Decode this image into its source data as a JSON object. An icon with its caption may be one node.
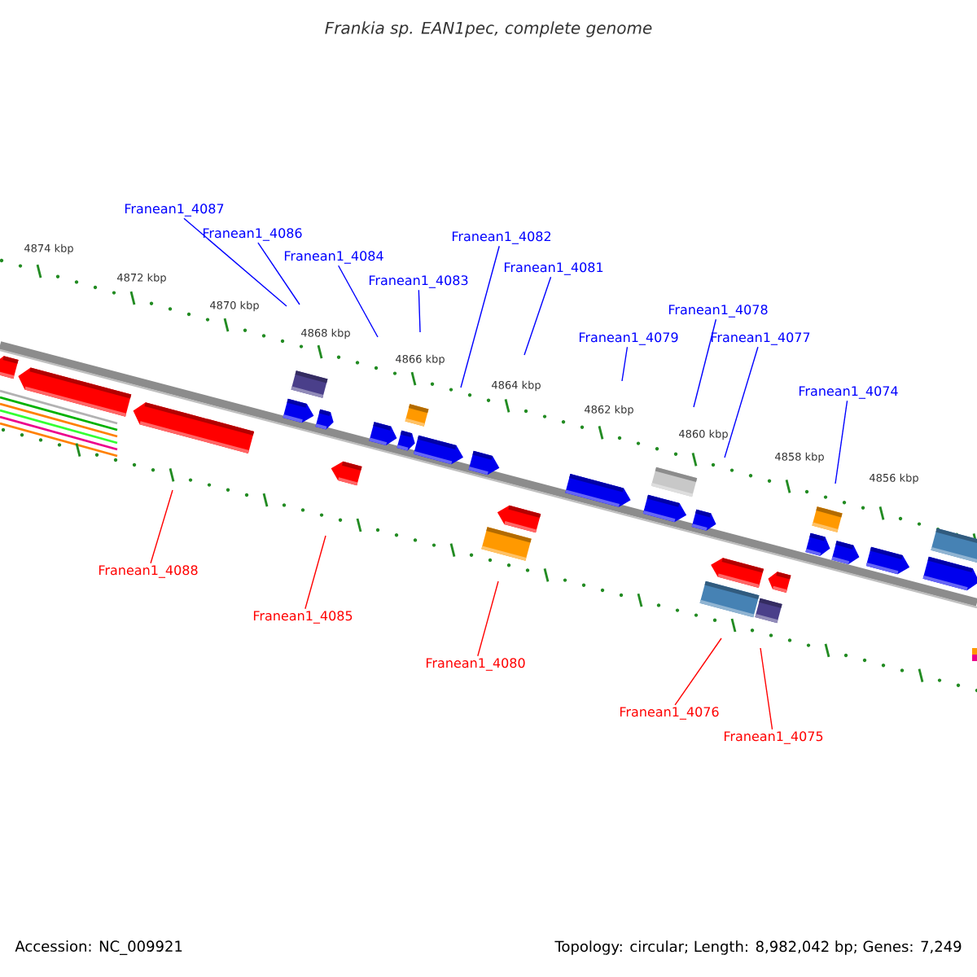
{
  "diagram": {
    "title": "Frankia sp. EAN1pec, complete genome",
    "nodes": [
      {
        "text": [
          "Franean1_4087"
        ]
      },
      {
        "text": [
          "Franean1_4086"
        ]
      },
      {
        "text": [
          "Franean1_4084"
        ]
      },
      {
        "text": [
          "Franean1_4083"
        ]
      },
      {
        "text": [
          "Franean1_4082"
        ]
      },
      {
        "text": [
          "Franean1_4081"
        ]
      },
      {
        "text": [
          "Franean1_4079"
        ]
      },
      {
        "text": [
          "Franean1_4078"
        ]
      },
      {
        "text": [
          "Franean1_4077"
        ]
      },
      {
        "text": [
          "Franean1_4074"
        ]
      },
      {
        "text": [
          "Franean1_4088"
        ]
      },
      {
        "text": [
          "Franean1_4085"
        ]
      },
      {
        "text": [
          "Franean1_4080"
        ]
      },
      {
        "text": [
          "Franean1_4076"
        ]
      },
      {
        "text": [
          "Franean1_4075"
        ]
      }
    ],
    "edges": [
      {
        "from": 0,
        "to": null,
        "arrow": "none"
      },
      {
        "from": 1,
        "to": null,
        "arrow": "none"
      },
      {
        "from": 2,
        "to": null,
        "arrow": "none"
      },
      {
        "from": 3,
        "to": null,
        "arrow": "none"
      },
      {
        "from": 4,
        "to": null,
        "arrow": "none"
      },
      {
        "from": 5,
        "to": null,
        "arrow": "none"
      },
      {
        "from": 6,
        "to": null,
        "arrow": "none"
      },
      {
        "from": 7,
        "to": null,
        "arrow": "none"
      },
      {
        "from": 8,
        "to": null,
        "arrow": "none"
      },
      {
        "from": 9,
        "to": null,
        "arrow": "none"
      },
      {
        "from": 10,
        "to": null,
        "arrow": "none",
        "color": "#ff0000"
      },
      {
        "from": 11,
        "to": null,
        "arrow": "none",
        "color": "#ff0000"
      },
      {
        "from": 12,
        "to": null,
        "arrow": "none",
        "color": "#ff0000"
      },
      {
        "from": 13,
        "to": null,
        "arrow": "none",
        "color": "#ff0000"
      },
      {
        "from": 14,
        "to": null,
        "arrow": "none",
        "color": "#ff0000"
      }
    ],
    "labels": [
      "4874 kbp",
      "4872 kbp",
      "4870 kbp",
      "4868 kbp",
      "4866 kbp",
      "4864 kbp",
      "4862 kbp",
      "4860 kbp",
      "4858 kbp",
      "4856 kbp",
      "Accession: NC_009921",
      "Topology: circular; Length: 8,982,042 bp; Genes: 7,249"
    ]
  }
}
